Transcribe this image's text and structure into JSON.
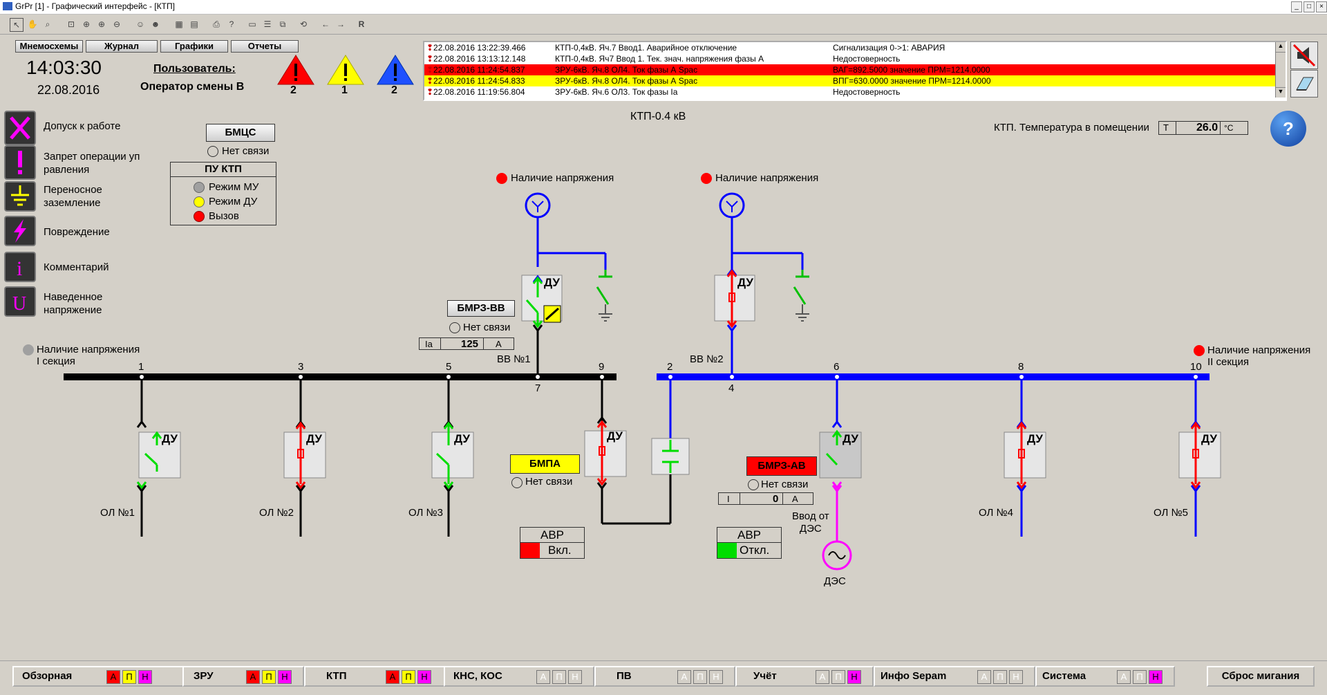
{
  "window": {
    "title": "GrPr [1] - Графический интерфейс - [КТП]"
  },
  "toolbar": {
    "r_label": "R"
  },
  "nav": [
    "Мнемосхемы",
    "Журнал",
    "Графики",
    "Отчеты"
  ],
  "clock": {
    "time": "14:03:30",
    "date": "22.08.2016"
  },
  "user": {
    "label": "Пользователь:",
    "name": "Оператор смены  В"
  },
  "alarms": [
    {
      "color": "#ff0000",
      "count": "2"
    },
    {
      "color": "#ffff00",
      "count": "1"
    },
    {
      "color": "#1e50ff",
      "count": "2"
    }
  ],
  "events": [
    {
      "dt": "22.08.2016 13:22:39.466",
      "obj": "КТП-0,4кВ. Яч.7 Ввод1. Аварийное отключение",
      "val": "Сигнализация  0->1:    АВАРИЯ",
      "bg": "#ffffff"
    },
    {
      "dt": "22.08.2016 13:13:12.148",
      "obj": "КТП-0,4кВ. Яч7 Ввод 1. Тек. знач. напряжения фазы А",
      "val": "Недостоверность",
      "bg": "#ffffff"
    },
    {
      "dt": "22.08.2016 11:24:54.837",
      "obj": "ЗРУ-6кВ. Яч.8 ОЛ4. Ток фазы А Spac",
      "val": "ВАГ=892.5000  значение ПРМ=1214.0000",
      "bg": "#ff0000"
    },
    {
      "dt": "22.08.2016 11:24:54.833",
      "obj": "ЗРУ-6кВ. Яч.8 ОЛ4. Ток фазы А Spac",
      "val": "ВПГ=630.0000  значение ПРМ=1214.0000",
      "bg": "#ffff00"
    },
    {
      "dt": "22.08.2016 11:19:56.804",
      "obj": "ЗРУ-6кВ. Яч.6 ОЛ3. Ток фазы Ia",
      "val": "Недостоверность",
      "bg": "#ffffff"
    }
  ],
  "legend": [
    {
      "icon": "tools-icon",
      "text": "Допуск к работе",
      "glyph": "✕"
    },
    {
      "icon": "exclamation-icon",
      "text": "Запрет операции уп равления",
      "glyph": "!"
    },
    {
      "icon": "grounding-icon",
      "text": "Переносное заземление",
      "glyph": "⏚"
    },
    {
      "icon": "lightning-icon",
      "text": "Повреждение",
      "glyph": "ϟ"
    },
    {
      "icon": "info-icon",
      "text": "Комментарий",
      "glyph": "i"
    },
    {
      "icon": "induced-voltage-icon",
      "text": "Наведенное  напряжение",
      "glyph": "U"
    }
  ],
  "panel": {
    "bmcs": "БМЦС",
    "no_link": "Нет связи",
    "pu_ktp": "ПУ КТП",
    "modes": [
      {
        "label": "Режим МУ",
        "color": "#a0a0a0"
      },
      {
        "label": "Режим ДУ",
        "color": "#ffff00"
      },
      {
        "label": "Вызов",
        "color": "#ff0000"
      }
    ]
  },
  "scheme": {
    "title": "КТП-0.4 кВ",
    "temp_label": "КТП. Температура в помещении",
    "temp_t": "Т",
    "temp_value": "26.0",
    "temp_unit": "°С",
    "help": "?",
    "voltage_presence": "Наличие напряжения",
    "section1": "Наличие напряжения\nI секция",
    "section2": "Наличие напряжения\nII секция",
    "du": "ДУ",
    "bmrz_vv": "БМРЗ-ВВ",
    "bmrz_vv_nolink": "Нет связи",
    "ia_label": "Ia",
    "ia_value": "125",
    "ia_unit": "А",
    "vv1": "ВВ №1",
    "vv2": "ВВ №2",
    "bmpa": "БМПА",
    "bmpa_nolink": "Нет связи",
    "bmrz_av": "БМРЗ-АВ",
    "bmrz_av_nolink": "Нет связи",
    "i_label": "I",
    "i_value": "0",
    "i_unit": "А",
    "avr1": {
      "title": "АВР",
      "state": "Вкл.",
      "color": "#ff0000"
    },
    "avr2": {
      "title": "АВР",
      "state": "Откл.",
      "color": "#00dd00"
    },
    "des_input": "Ввод от\nДЭС",
    "des": "ДЭС",
    "cells": [
      "1",
      "3",
      "5",
      "7",
      "9",
      "2",
      "4",
      "6",
      "8",
      "10"
    ],
    "lines": [
      "ОЛ №1",
      "ОЛ №2",
      "ОЛ №3",
      "ОЛ №4",
      "ОЛ №5"
    ]
  },
  "bottom": [
    {
      "name": "Обзорная",
      "a": true,
      "p": true,
      "n": true
    },
    {
      "name": "ЗРУ",
      "a": true,
      "p": true,
      "n": true
    },
    {
      "name": "КТП",
      "a": true,
      "p": true,
      "n": true
    },
    {
      "name": "КНС, КОС",
      "a": false,
      "p": false,
      "n": false
    },
    {
      "name": "ПВ",
      "a": false,
      "p": false,
      "n": false
    },
    {
      "name": "Учёт",
      "a": false,
      "p": false,
      "n": true
    },
    {
      "name": "Инфо Sepam",
      "a": false,
      "p": false,
      "n": false
    },
    {
      "name": "Система",
      "a": false,
      "p": false,
      "n": true
    }
  ],
  "apn_letters": [
    "А",
    "П",
    "Н"
  ],
  "reset_blink": "Сброс мигания"
}
